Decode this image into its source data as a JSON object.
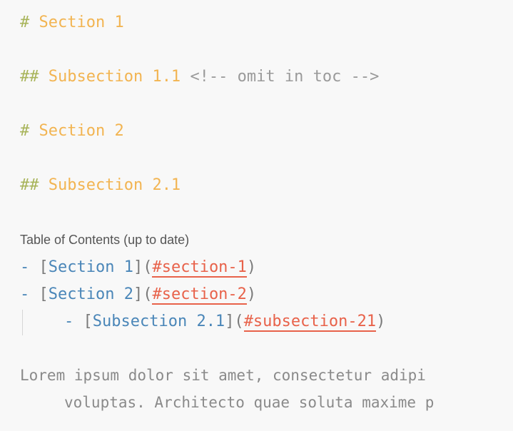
{
  "lines": {
    "h1_a": {
      "marker": "#",
      "text": "Section 1"
    },
    "h2_a": {
      "marker": "##",
      "text": "Subsection 1.1",
      "comment": "<!-- omit in toc -->"
    },
    "h1_b": {
      "marker": "#",
      "text": "Section 2"
    },
    "h2_b": {
      "marker": "##",
      "text": "Subsection 2.1"
    }
  },
  "toc": {
    "label": "Table of Contents (up to date)",
    "items": [
      {
        "dash": "-",
        "text": "Section 1",
        "anchor": "#section-1"
      },
      {
        "dash": "-",
        "text": "Section 2",
        "anchor": "#section-2"
      },
      {
        "dash": "-",
        "text": "Subsection 2.1",
        "anchor": "#subsection-21"
      }
    ]
  },
  "paragraph": {
    "line1": "Lorem ipsum dolor sit amet, consectetur adipi",
    "line2": "voluptas. Architecto quae soluta maxime p"
  },
  "colors": {
    "heading": "#f2b451",
    "marker": "#a8b45a",
    "link_text": "#4a86b8",
    "link_url": "#e8624a",
    "comment": "#9a9a9a",
    "background": "#f8f8f8"
  }
}
